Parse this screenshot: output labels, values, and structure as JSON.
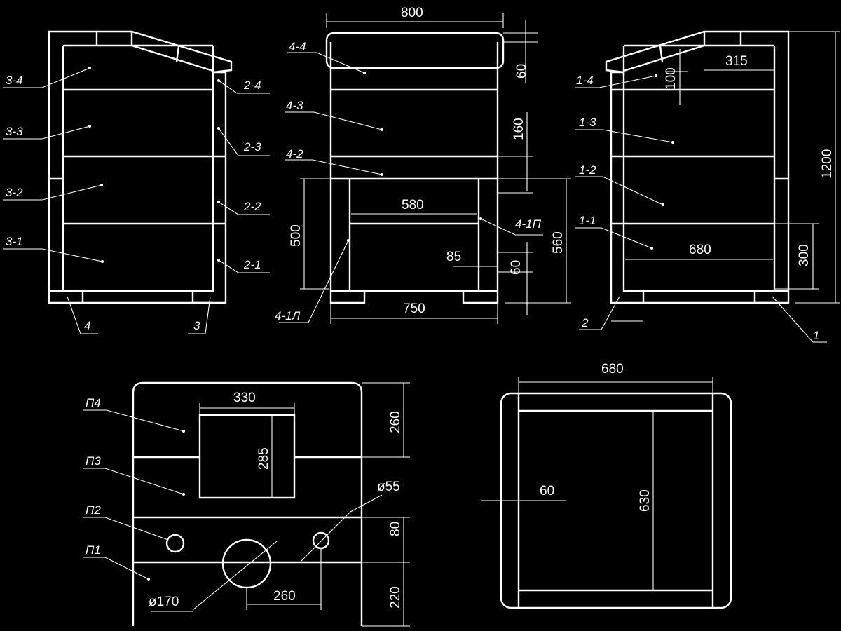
{
  "colors": {
    "background": "#000000",
    "lines": "#ffffff"
  },
  "dimensions": {
    "top_width": "800",
    "lid_height": "60",
    "section_160": "160",
    "opening_580": "580",
    "frame_85": "85",
    "frame_60": "60",
    "stand_560": "560",
    "height_500": "500",
    "base_width": "750",
    "roof_315": "315",
    "roof_100": "100",
    "total_height": "1200",
    "bottom_300": "300",
    "depth_680": "680",
    "panel_330": "330",
    "panel_285": "285",
    "panel_260": "260",
    "panel_80": "80",
    "panel_220": "220",
    "hole_small": "ø55",
    "hole_large": "ø170",
    "hole_spacing": "260",
    "frame_top_680": "680",
    "frame_630": "630",
    "frame_side_60": "60"
  },
  "labels": {
    "l3_4": "3-4",
    "l3_3": "3-3",
    "l3_2": "3-2",
    "l3_1": "3-1",
    "l2_4": "2-4",
    "l2_3": "2-3",
    "l2_2": "2-2",
    "l2_1": "2-1",
    "l4": "4",
    "l3": "3",
    "l4_4": "4-4",
    "l4_3": "4-3",
    "l4_2": "4-2",
    "l4_1p": "4-1П",
    "l4_1l": "4-1Л",
    "l1_4": "1-4",
    "l1_3": "1-3",
    "l1_2": "1-2",
    "l1_1": "1-1",
    "l2": "2",
    "l1": "1",
    "p4": "П4",
    "p3": "П3",
    "p2": "П2",
    "p1": "П1"
  }
}
